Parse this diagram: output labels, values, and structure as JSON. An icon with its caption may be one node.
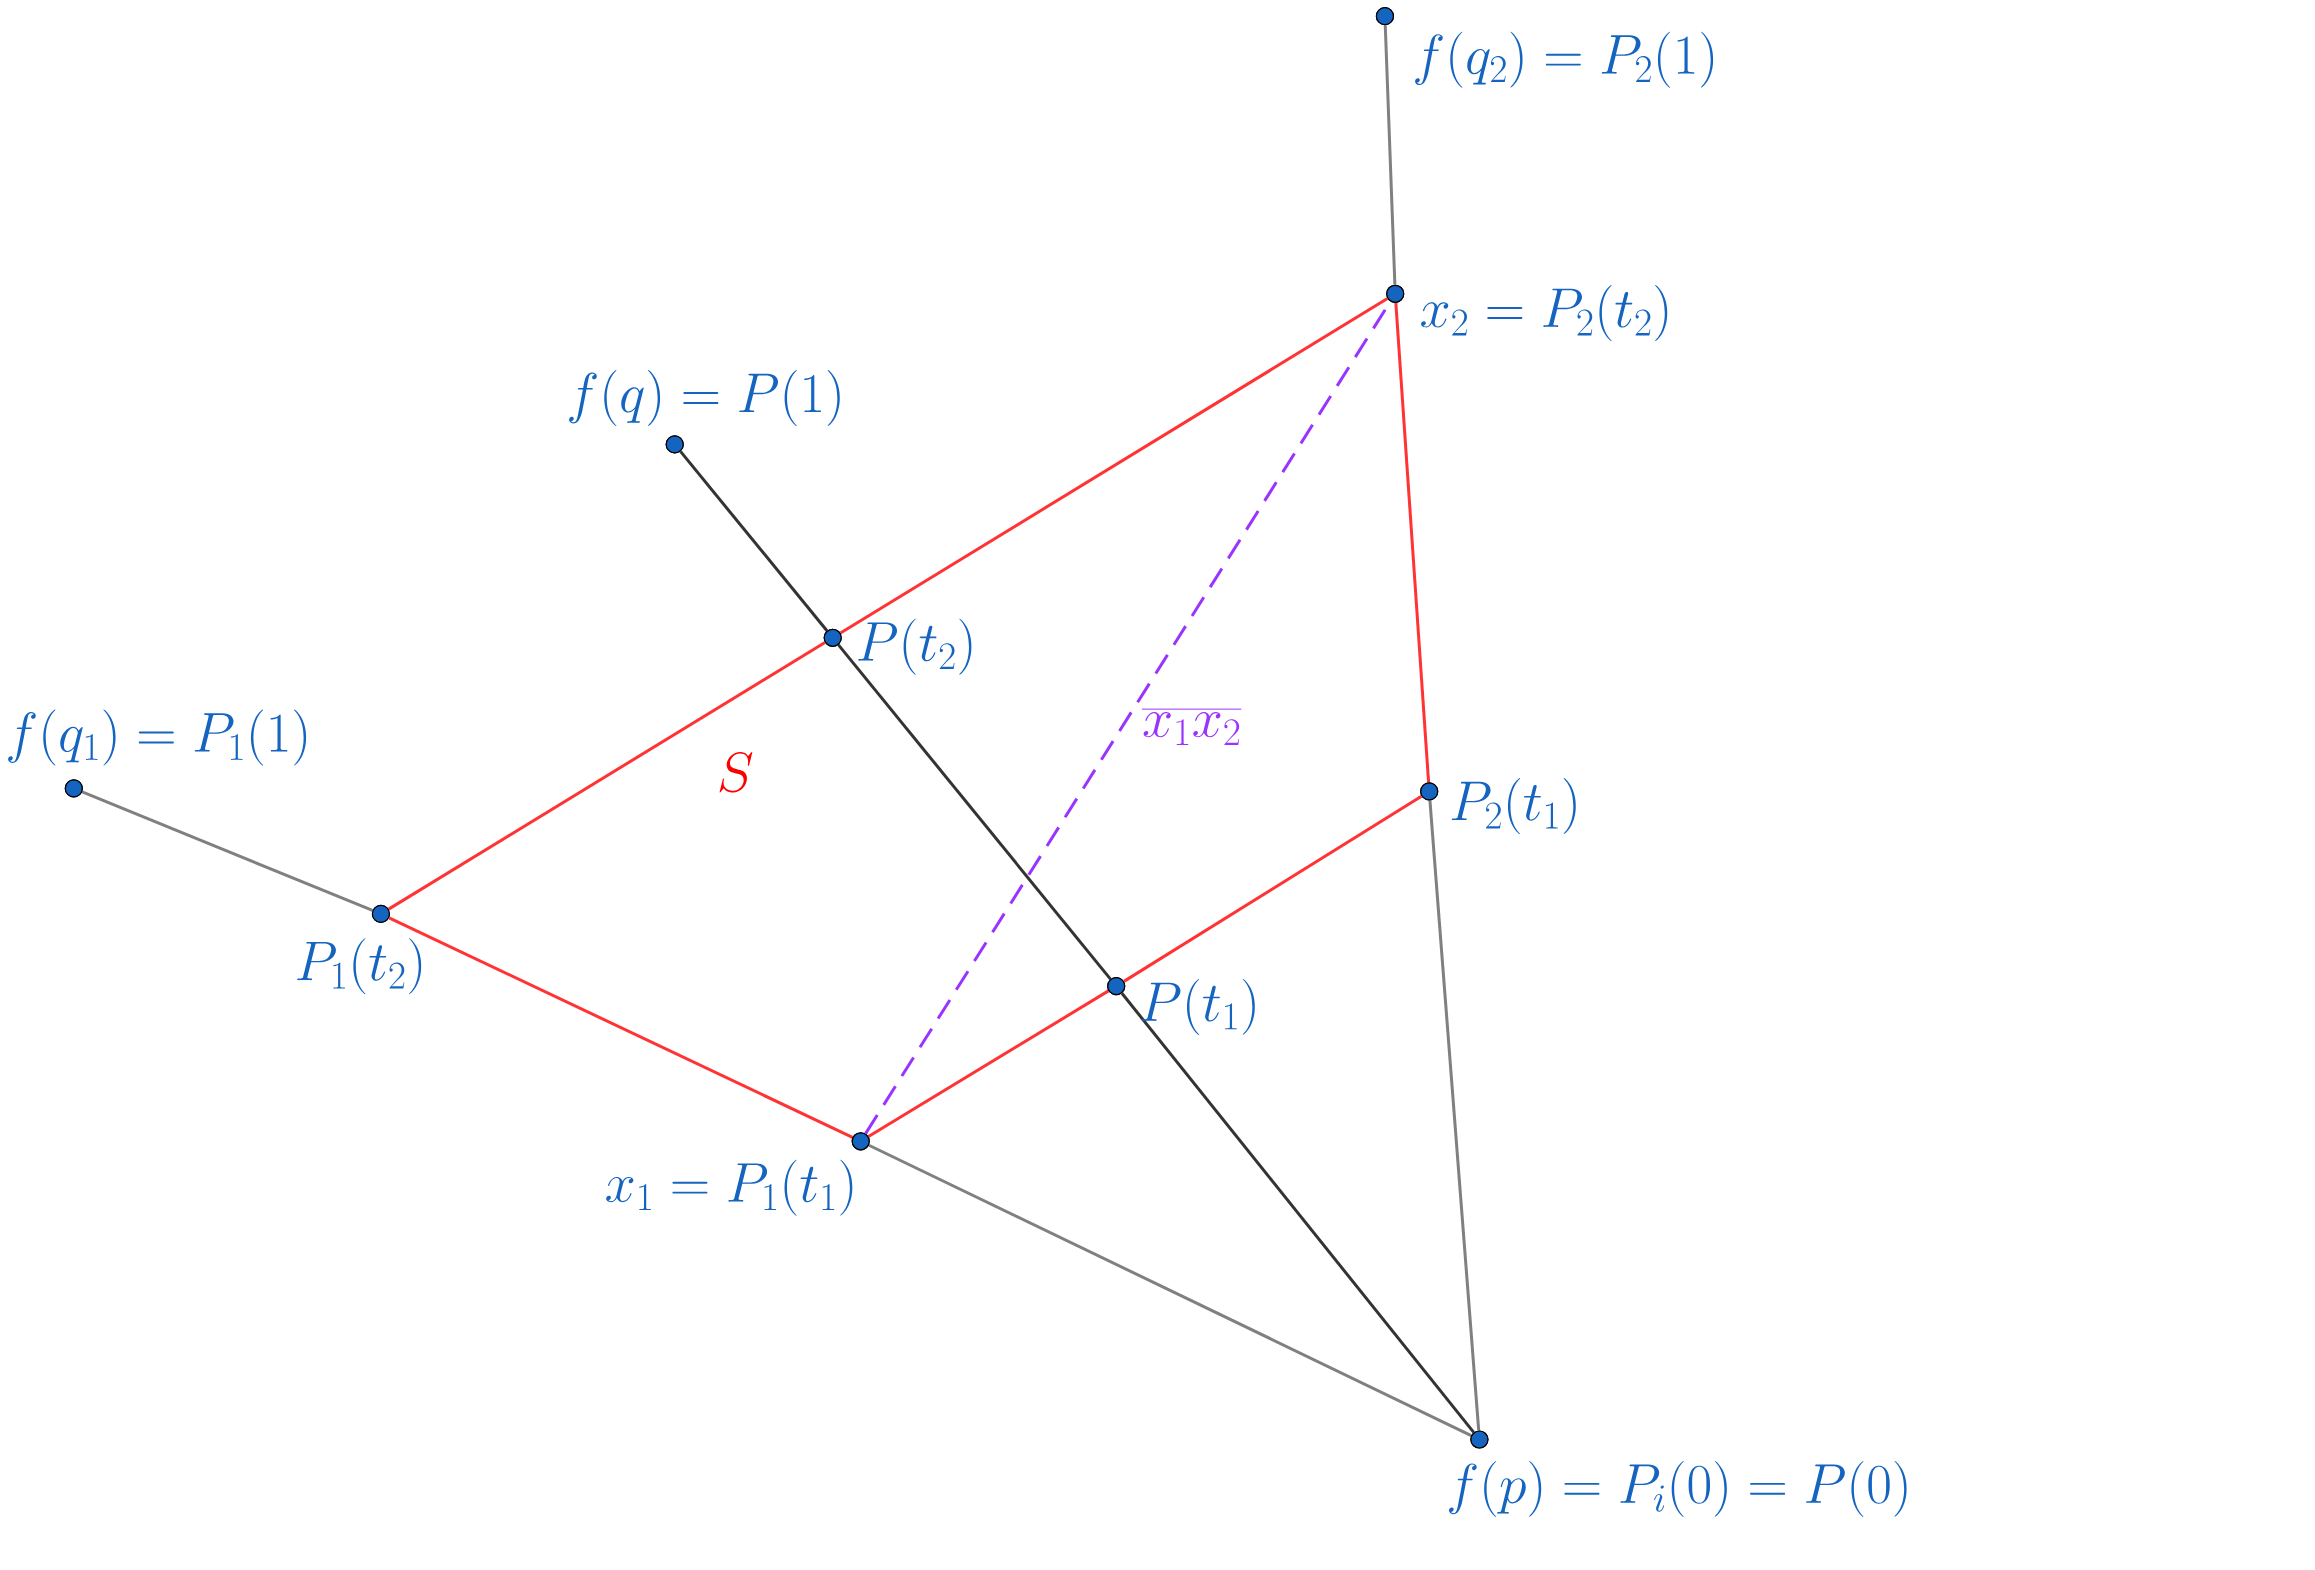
{
  "diagram": {
    "nodes": [
      {
        "text": [],
        "shape": "circle",
        "beside": [
          "f(q_2) = P_2(1)"
        ]
      },
      {
        "text": [],
        "shape": "circle",
        "beside": [
          "x_2 = P_2(t_2)"
        ]
      },
      {
        "text": [],
        "shape": "circle",
        "beside": [
          "f(q) = P(1)"
        ]
      },
      {
        "text": [],
        "shape": "circle",
        "beside": [
          "P(t_2)"
        ]
      },
      {
        "text": [],
        "shape": "circle",
        "beside": [
          "f(q_1) = P_1(1)"
        ]
      },
      {
        "text": [],
        "shape": "circle",
        "beside": [
          "P_2(t_1)"
        ]
      },
      {
        "text": [],
        "shape": "circle",
        "beside": [
          "P_1(t_2)"
        ]
      },
      {
        "text": [],
        "shape": "circle",
        "beside": [
          "P(t_1)"
        ]
      },
      {
        "text": [],
        "shape": "circle",
        "beside": [
          "x_1 = P_1(t_1)"
        ]
      },
      {
        "text": [],
        "shape": "circle",
        "beside": [
          "f(p) = P_i(0) = P(0)"
        ]
      }
    ],
    "edges": [
      {
        "from": 4,
        "to": 6,
        "arrow": "none",
        "color": "#808080"
      },
      {
        "from": 6,
        "to": 8,
        "arrow": "none",
        "color": "#ff3333"
      },
      {
        "from": 8,
        "to": 9,
        "arrow": "none",
        "color": "#808080"
      },
      {
        "from": 2,
        "to": 3,
        "arrow": "none",
        "color": "#333333"
      },
      {
        "from": 3,
        "to": 7,
        "arrow": "none",
        "color": "#333333"
      },
      {
        "from": 7,
        "to": 9,
        "arrow": "none",
        "color": "#333333"
      },
      {
        "from": 0,
        "to": 1,
        "arrow": "none",
        "color": "#808080"
      },
      {
        "from": 1,
        "to": 5,
        "arrow": "none",
        "color": "#ff3333"
      },
      {
        "from": 5,
        "to": 9,
        "arrow": "none",
        "color": "#808080"
      },
      {
        "from": 6,
        "to": 3,
        "arrow": "none",
        "color": "#ff3333"
      },
      {
        "from": 3,
        "to": 1,
        "arrow": "none",
        "color": "#ff3333"
      },
      {
        "from": 8,
        "to": 7,
        "arrow": "none",
        "color": "#ff3333"
      },
      {
        "from": 7,
        "to": 5,
        "arrow": "none",
        "color": "#ff3333"
      },
      {
        "from": 8,
        "to": 1,
        "arrow": "none",
        "style": "dashed",
        "color": "#9933ff",
        "label": "\\overline{x_1x_2}"
      }
    ],
    "labels": [
      "S"
    ]
  }
}
